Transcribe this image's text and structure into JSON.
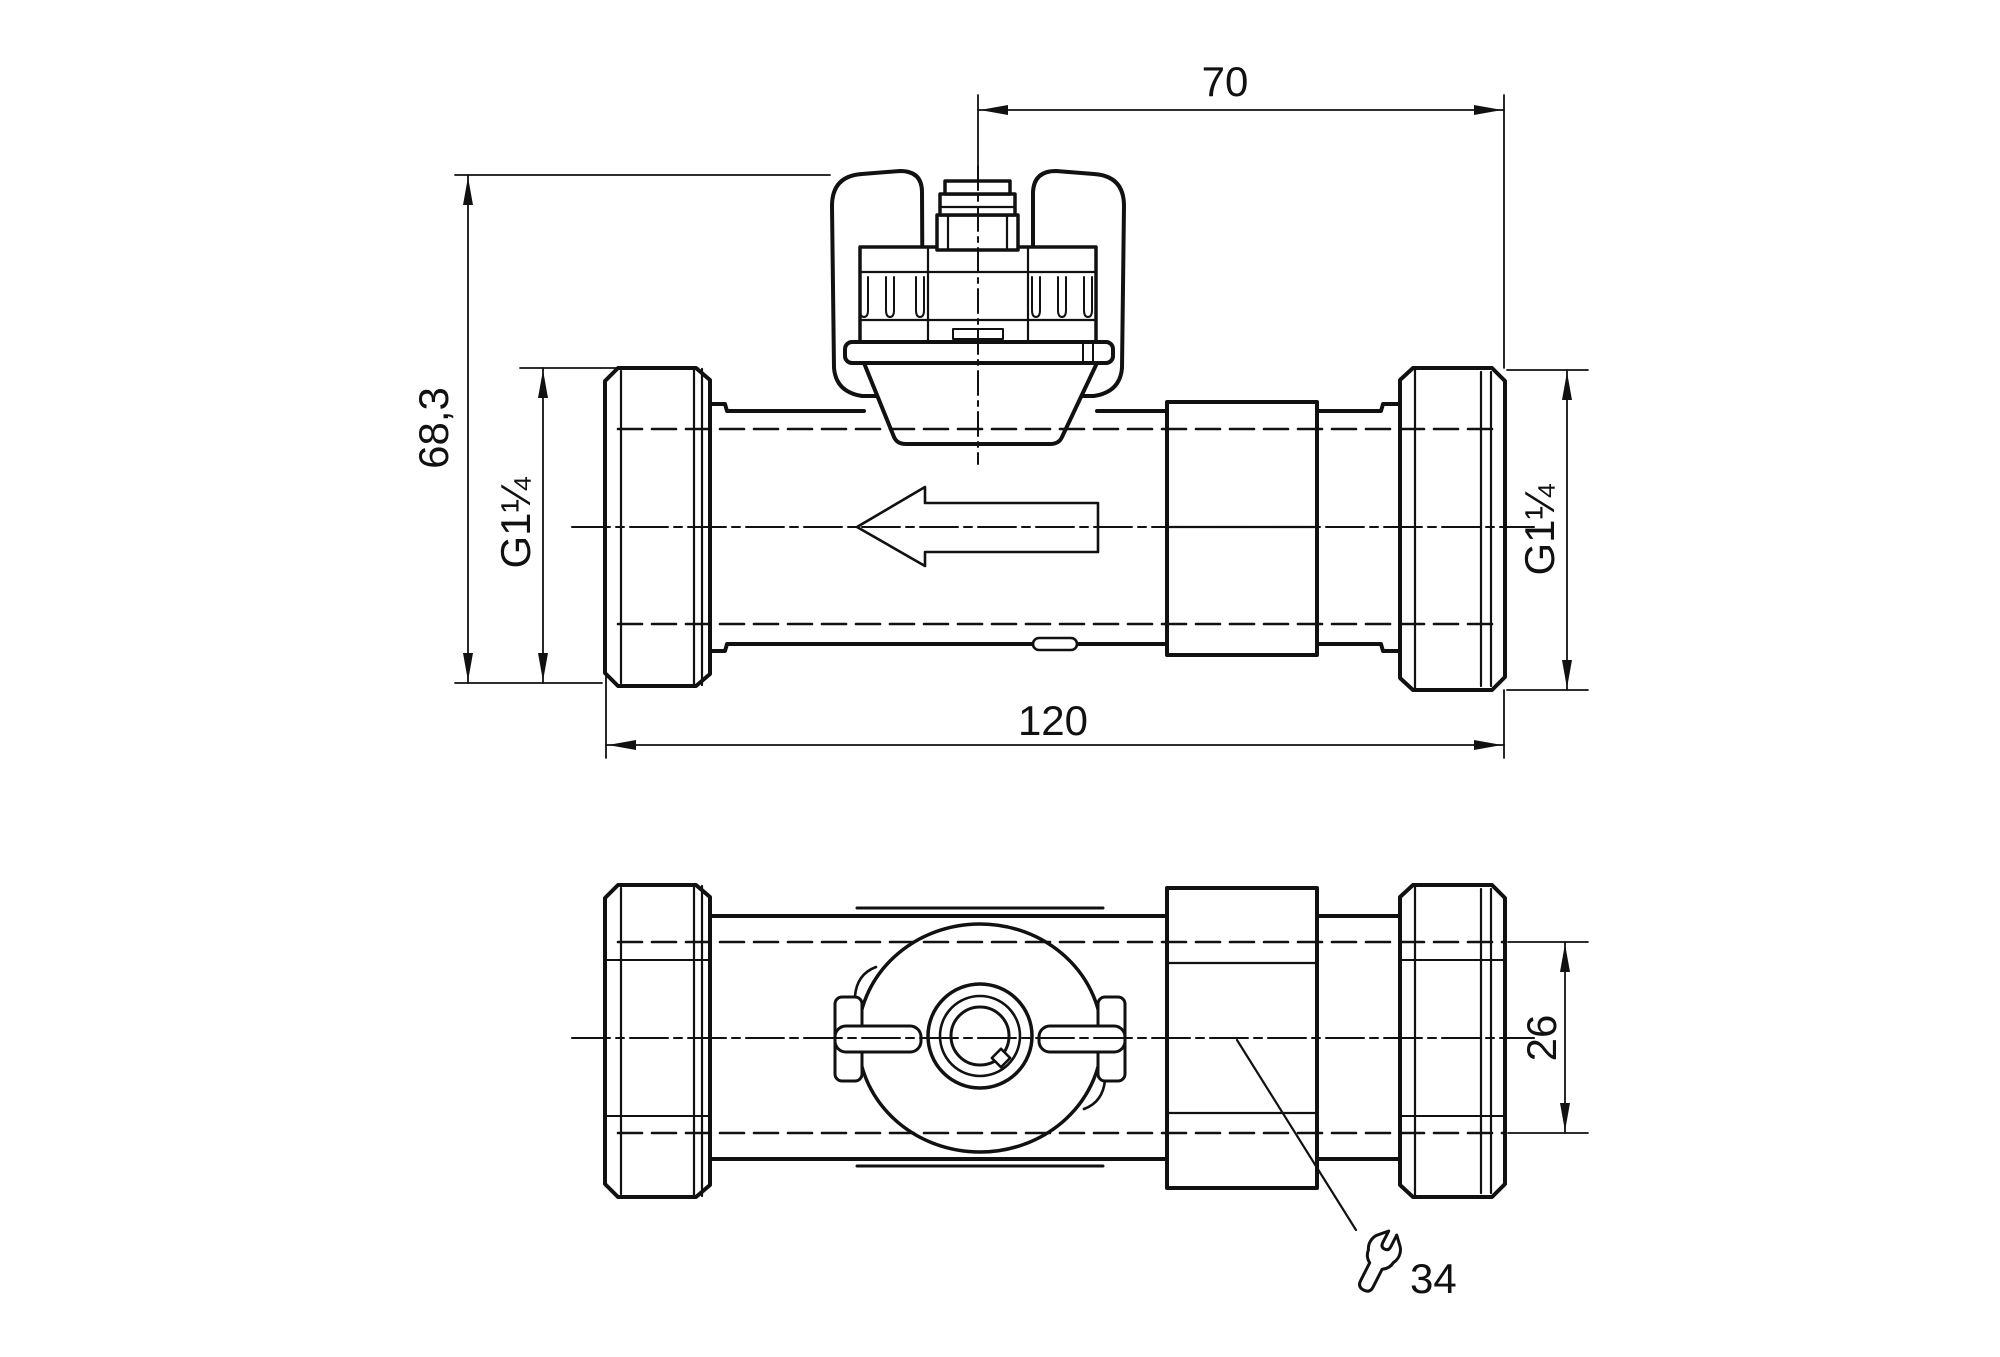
{
  "page": {
    "background": "#ffffff",
    "line_color": "#111111"
  },
  "dimensions": {
    "connector_to_right_end": {
      "label": "70"
    },
    "overall_height": {
      "label": "68,3"
    },
    "thread_left": {
      "label": "G1¼"
    },
    "thread_right": {
      "label": "G1¼"
    },
    "overall_length": {
      "label": "120"
    },
    "flat_width": {
      "label": "26"
    },
    "wrench_size": {
      "label": "34"
    }
  },
  "icons": {
    "wrench": "wrench-icon",
    "flow_arrow": "flow-direction-arrow"
  }
}
